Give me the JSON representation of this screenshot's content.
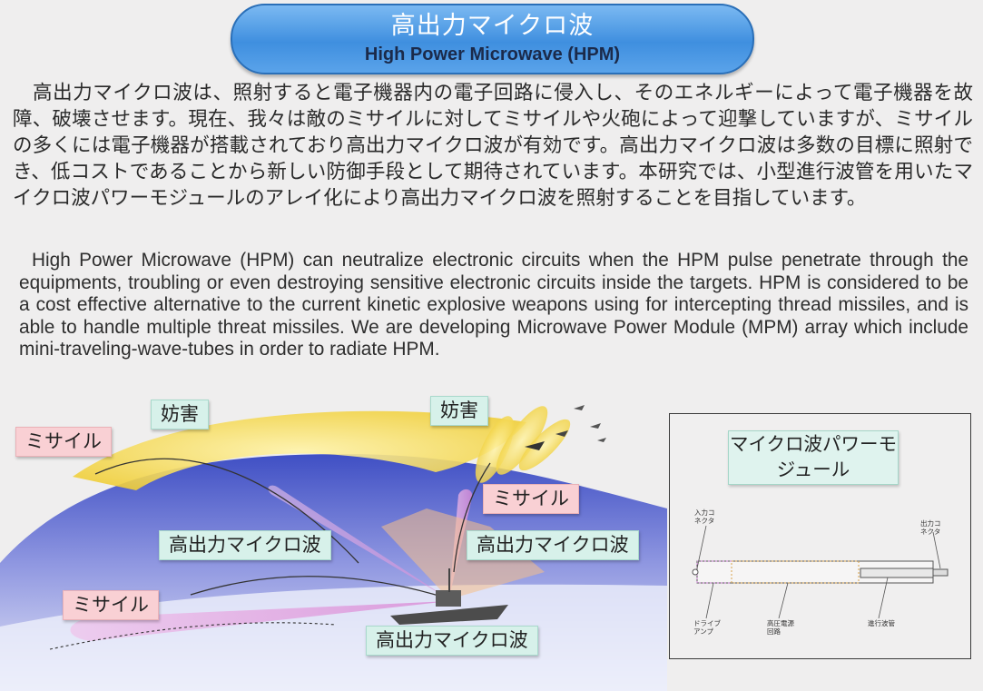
{
  "header": {
    "title_jp": "高出力マイクロ波",
    "title_en": "High Power Microwave (HPM)"
  },
  "body": {
    "paragraph_jp": "高出力マイクロ波は、照射すると電子機器内の電子回路に侵入し、そのエネルギーによって電子機器を故障、破壊させます。現在、我々は敵のミサイルに対してミサイルや火砲によって迎撃していますが、ミサイルの多くには電子機器が搭載されており高出力マイクロ波が有効です。高出力マイクロ波は多数の目標に照射でき、低コストであることから新しい防御手段として期待されています。本研究では、小型進行波管を用いたマイクロ波パワーモジュールのアレイ化により高出力マイクロ波を照射することを目指しています。",
    "paragraph_en": "High Power Microwave (HPM) can neutralize electronic circuits when the HPM pulse penetrate through the equipments, troubling or even destroying sensitive electronic circuits inside the targets. HPM is considered to be a cost effective alternative to the current kinetic explosive weapons using for intercepting thread missiles, and is able to handle multiple threat missiles. We are developing Microwave Power Module (MPM) array which include mini-traveling-wave-tubes in order to radiate HPM."
  },
  "illustration": {
    "label_missile_1": "ミサイル",
    "label_missile_2": "ミサイル",
    "label_missile_3": "ミサイル",
    "label_jamming_1": "妨害",
    "label_jamming_2": "妨害",
    "label_hpm_1": "高出力マイクロ波",
    "label_hpm_2": "高出力マイクロ波",
    "label_hpm_3": "高出力マイクロ波"
  },
  "module_diagram": {
    "title": "マイクロ波パワーモジュール",
    "input_connector": "入力コネクタ",
    "output_connector": "出力コネクタ",
    "drive_amp": "ドライブアンプ",
    "hv_power": "高圧電源回路",
    "twt": "進行波管"
  },
  "colors": {
    "title_pill": "#4a97e4",
    "missile_label": "#f9d0d4",
    "hpm_label": "#d7f1ea",
    "beam_yellow": "#f5dc55",
    "beam_pink": "#e9a2df",
    "sky_blue": "#5f6ed0"
  }
}
